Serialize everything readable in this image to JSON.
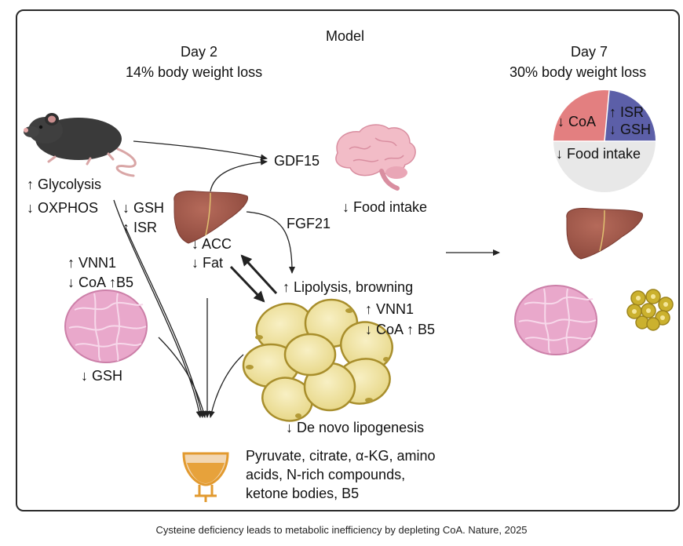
{
  "title": "Model",
  "day2": {
    "title": "Day 2",
    "subtitle": "14% body weight loss"
  },
  "day7": {
    "title": "Day 7",
    "subtitle": "30% body weight loss"
  },
  "pie": {
    "coa": "↓ CoA",
    "isr": "↑ ISR",
    "gsh": "↓ GSH",
    "food": "↓ Food intake",
    "colors": {
      "coa": "#e37f80",
      "isr_gsh": "#5c5fa8",
      "food": "#e8e8e8"
    }
  },
  "mouse": {
    "glycolysis": "↑ Glycolysis",
    "oxphos": "↓ OXPHOS"
  },
  "liver": {
    "gsh": "↓ GSH",
    "isr": "↑ ISR",
    "acc": "↓ ACC",
    "fat": "↓ Fat"
  },
  "brain": {
    "gdf15": "GDF15",
    "food_intake": "↓ Food intake",
    "fgf21": "FGF21"
  },
  "muscle": {
    "vnn1": "↑ VNN1",
    "coa_b5": "↓ CoA ↑B5",
    "gsh": "↓ GSH"
  },
  "adipose": {
    "lipolysis": "↑ Lipolysis, browning",
    "vnn1": "↑ VNN1",
    "coa_b5": "↓ CoA ↑ B5",
    "lipogenesis": "↓ De novo lipogenesis"
  },
  "urine": {
    "line1": "Pyruvate, citrate, α-KG, amino",
    "line2": "acids, N-rich compounds,",
    "line3": "ketone bodies, B5"
  },
  "caption": "Cysteine deficiency leads to metabolic inefficiency by depleting CoA. Nature, 2025",
  "colors": {
    "liver": "#a0584a",
    "muscle": "#e6a3c8",
    "fat_cell": "#f1e6a6",
    "fat_outline": "#b39a36",
    "bladder": "#e29a2f",
    "brain": "#f0b9c4",
    "mouse": "#3c3c3c"
  }
}
